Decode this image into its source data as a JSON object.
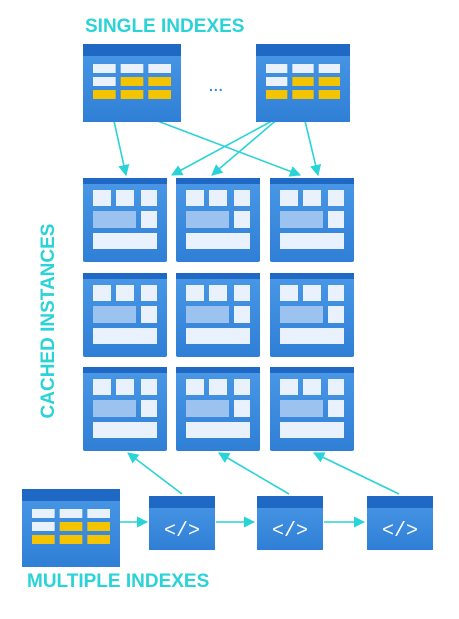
{
  "titles": {
    "single_indexes": "SINGLE INDEXES",
    "cached_instances": "CACHED INSTANCES",
    "multiple_indexes": "MULTIPLE INDEXES"
  },
  "ellipsis": "...",
  "code_glyph": "</>",
  "colors": {
    "accent_cyan": "#29d3d7",
    "tile_blue": "#3f8fe0",
    "tile_top_dark": "#1f68c4",
    "cell_light": "#e8f1fc",
    "cell_mid": "#9cc3ef",
    "index_highlight": "#f5c400"
  }
}
